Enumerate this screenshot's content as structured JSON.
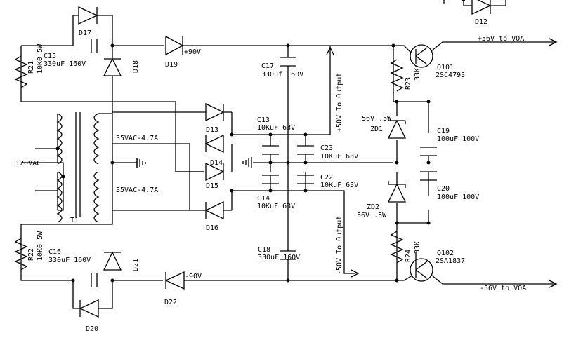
{
  "labels": {
    "D17": "D17",
    "C15": "C15",
    "C15_value": "330uF 160V",
    "R21": "R21",
    "R21_value": "10K0 5W",
    "D18": "D18",
    "plus90": "+90V",
    "D19": "D19",
    "C17": "C17",
    "C17_value": "330uf 160V",
    "plus50_out": "+50V To Output",
    "out_plus56": "+56V to VOA",
    "Q101": "Q101",
    "Q101_part": "2SC4793",
    "R23": "R23",
    "R23_value": "33K",
    "ZD1_spec": "56V .5W",
    "ZD1": "ZD1",
    "C19": "C19",
    "C19_value": "100uF 100V",
    "C13": "C13",
    "C13_value": "10KuF 63V",
    "C23": "C23",
    "C23_value": "10KuF 63V",
    "C22": "C22",
    "C22_value": "10KuF 63V",
    "C14": "C14",
    "C14_value": "10KuF 63V",
    "D13": "D13",
    "D14": "D14",
    "D15": "D15",
    "D16": "D16",
    "sec_top": "35VAC-4.7A",
    "sec_bottom": "35VAC-4.7A",
    "primary": "120VAC",
    "T1": "T1",
    "ZD2": "ZD2",
    "ZD2_spec": "56V .5W",
    "C20": "C20",
    "C20_value": "100uF 100V",
    "minus50_out": "-50V To Output",
    "C18": "C18",
    "C18_value": "330uF 160V",
    "R22": "R22",
    "R22_value": "10K0 5W",
    "C16": "C16",
    "C16_value": "330uF 160V",
    "D21": "D21",
    "minus90": "-90V",
    "D22": "D22",
    "D20": "D20",
    "R24": "R24",
    "R24_value": "33K",
    "Q102": "Q102",
    "Q102_part": "2SA1837",
    "out_minus56": "-56V to VOA",
    "D12": "D12"
  }
}
